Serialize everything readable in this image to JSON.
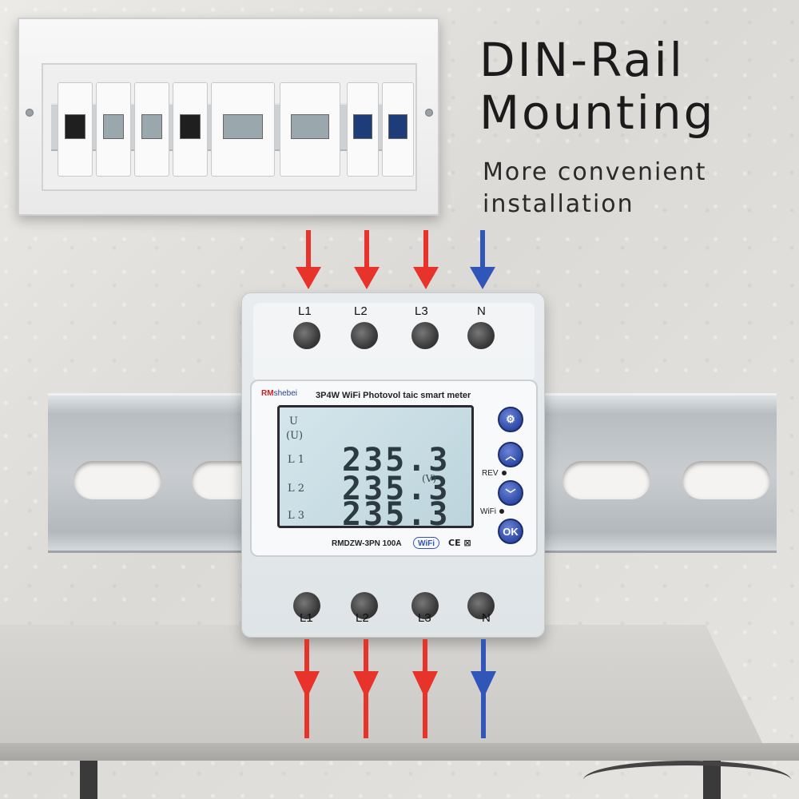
{
  "headline": {
    "title_line1": "DIN-Rail",
    "title_line2": "Mounting",
    "subtitle_line1": "More convenient",
    "subtitle_line2": "installation"
  },
  "meter": {
    "brand_prefix": "RM",
    "brand_suffix": "shebei",
    "model_title": "3P4W WiFi Photovol taic smart meter",
    "model_number": "RMDZW-3PN 100A",
    "wifi_badge": "WiFi",
    "cert_marks": "CE ⊠",
    "lcd": {
      "quantity": "U",
      "quantity_sub": "(U)",
      "rows": [
        {
          "label": "L 1",
          "value": "235.3"
        },
        {
          "label": "L 2",
          "value": "235.3"
        },
        {
          "label": "L 3",
          "value": "235.3"
        }
      ],
      "unit": "(V)"
    },
    "buttons": {
      "settings_icon": "gear-icon",
      "up_icon": "chevron-up-icon",
      "down_icon": "chevron-down-icon",
      "ok_label": "OK"
    },
    "indicators": {
      "rev_label": "REV",
      "wifi_label": "WiFi"
    }
  },
  "terminals": {
    "top": [
      "L1",
      "L2",
      "L3",
      "N"
    ],
    "bottom": [
      "L1",
      "L2",
      "L3",
      "N"
    ]
  },
  "colors": {
    "phase_arrow": "#e8332a",
    "neutral_arrow": "#2f56b8",
    "button_blue": "#2f4aa6"
  }
}
